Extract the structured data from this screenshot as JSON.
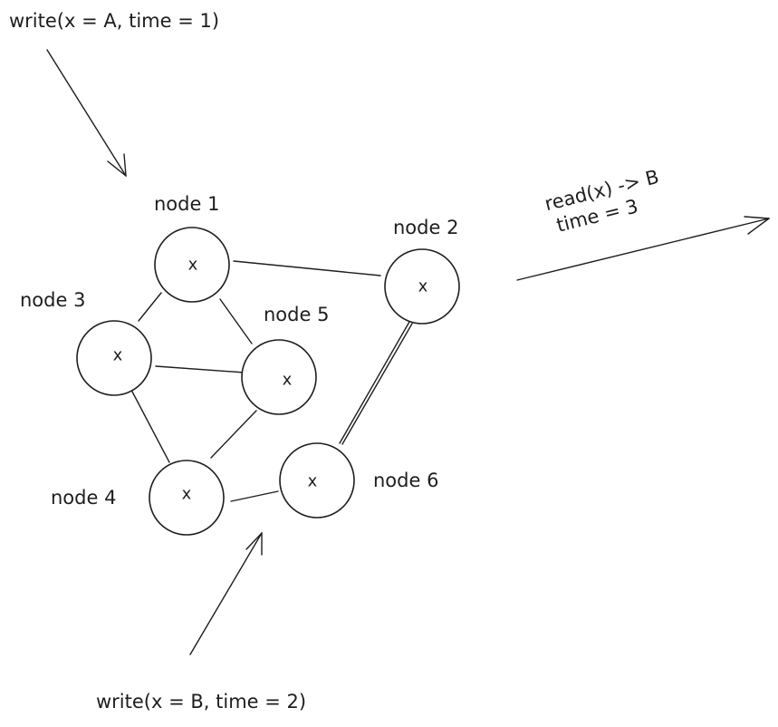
{
  "diagram": {
    "nodes": [
      {
        "id": "node1",
        "label": "node 1",
        "value": "x"
      },
      {
        "id": "node2",
        "label": "node 2",
        "value": "x"
      },
      {
        "id": "node3",
        "label": "node 3",
        "value": "x"
      },
      {
        "id": "node4",
        "label": "node 4",
        "value": "x"
      },
      {
        "id": "node5",
        "label": "node 5",
        "value": "x"
      },
      {
        "id": "node6",
        "label": "node 6",
        "value": "x"
      }
    ],
    "edges": [
      {
        "from": "node1",
        "to": "node2"
      },
      {
        "from": "node1",
        "to": "node3"
      },
      {
        "from": "node1",
        "to": "node5"
      },
      {
        "from": "node3",
        "to": "node5"
      },
      {
        "from": "node3",
        "to": "node4"
      },
      {
        "from": "node5",
        "to": "node4"
      },
      {
        "from": "node4",
        "to": "node6"
      },
      {
        "from": "node6",
        "to": "node2"
      }
    ],
    "annotations": {
      "write_a": "write(x = A, time = 1)",
      "write_b": "write(x = B, time = 2)",
      "read_line1": "read(x) -> B",
      "read_line2": "time = 3"
    }
  }
}
